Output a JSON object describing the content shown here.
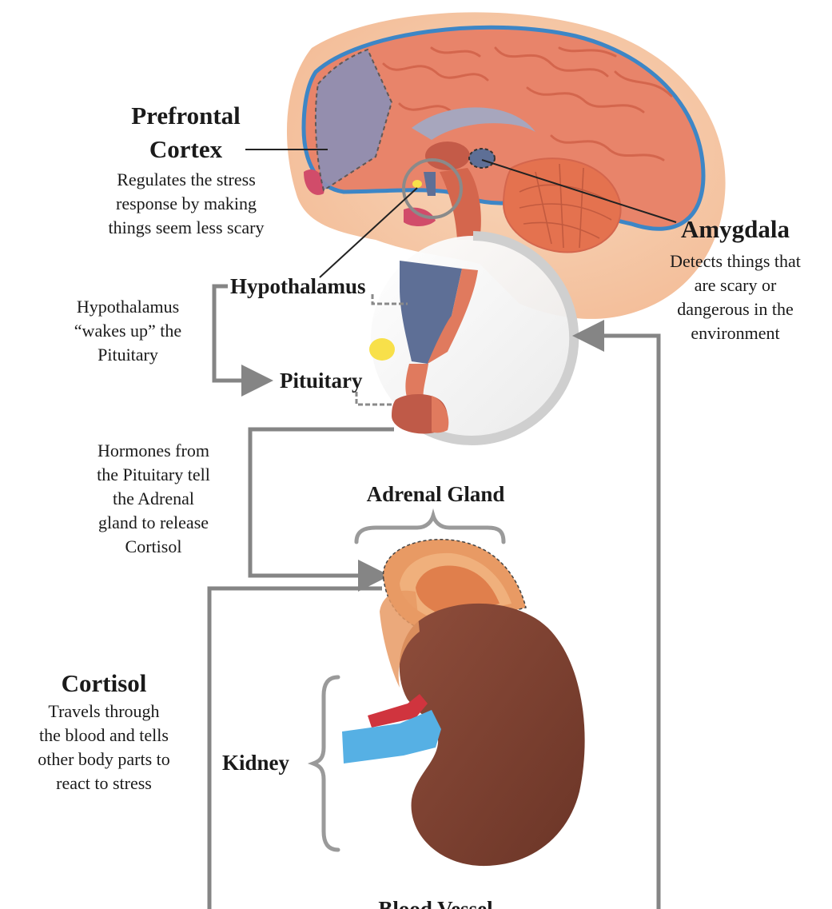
{
  "labels": {
    "prefrontal_title": "Prefrontal\nCortex",
    "prefrontal_desc": "Regulates the stress\nresponse by making\nthings seem less scary",
    "amygdala_title": "Amygdala",
    "amygdala_desc": "Detects things that\nare scary or\ndangerous in the\nenvironment",
    "hypothalamus": "Hypothalamus",
    "hypothalamus_note": "Hypothalamus\n“wakes up” the\nPituitary",
    "pituitary": "Pituitary",
    "pituitary_note": "Hormones from\nthe Pituitary tell\nthe Adrenal\ngland to release\nCortisol",
    "adrenal": "Adrenal Gland",
    "cortisol_title": "Cortisol",
    "cortisol_desc": "Travels  through\nthe blood and tells\nother body parts to\nreact to stress",
    "kidney": "Kidney",
    "blood_vessel": "Blood Vessel"
  },
  "colors": {
    "brain": "#e8846a",
    "brain_dark": "#d4664d",
    "skin": "#f6c9a8",
    "prefrontal": "#8d8fb4",
    "hypothalamus": "#5e6f96",
    "pituitary": "#bf5a48",
    "kidney": "#7c4233",
    "adrenal": "#e89a64",
    "vein": "#56b0e4",
    "artery": "#d0343e",
    "arrow": "#858585",
    "outline_blue": "#3d86c6"
  }
}
